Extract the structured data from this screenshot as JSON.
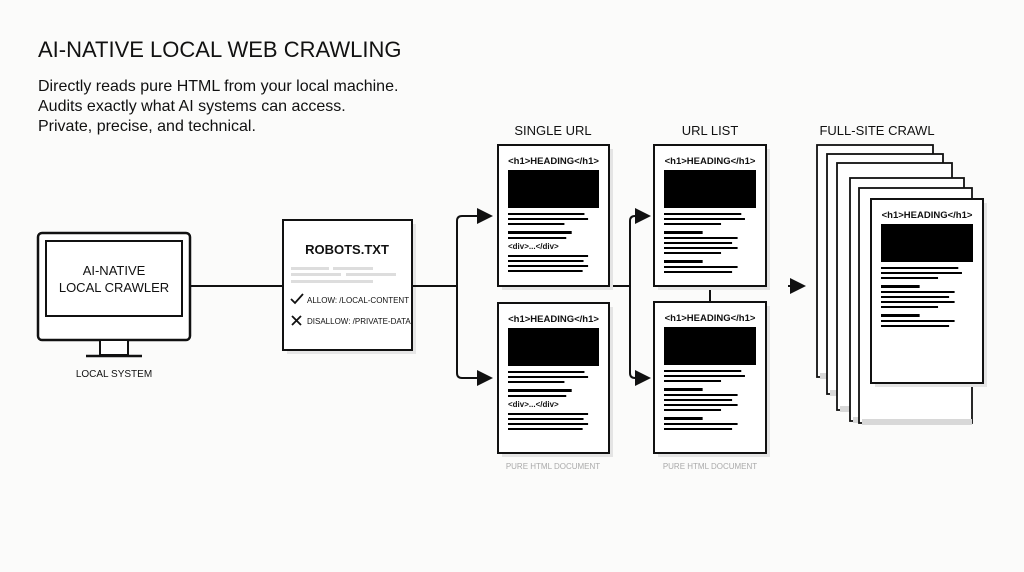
{
  "header": {
    "title": "AI-NATIVE LOCAL WEB CRAWLING",
    "lines": [
      "Directly reads pure HTML from your local machine.",
      "Audits exactly what AI systems can access.",
      "Private, precise, and technical."
    ]
  },
  "crawler": {
    "line1": "AI-NATIVE",
    "line2": "LOCAL CRAWLER",
    "caption": "LOCAL SYSTEM"
  },
  "robots": {
    "title": "ROBOTS.TXT",
    "allow": "ALLOW: /LOCAL-CONTENT",
    "disallow": "DISALLOW: /PRIVATE-DATA",
    "allow_icon": "check-icon",
    "disallow_icon": "x-icon"
  },
  "modes": {
    "single_url": "SINGLE URL",
    "url_list": "URL LIST",
    "full_site": "FULL-SITE CRAWL"
  },
  "document": {
    "heading": "<h1>HEADING</h1>",
    "div": "<div>...</div>",
    "caption": "PURE HTML DOCUMENT"
  }
}
